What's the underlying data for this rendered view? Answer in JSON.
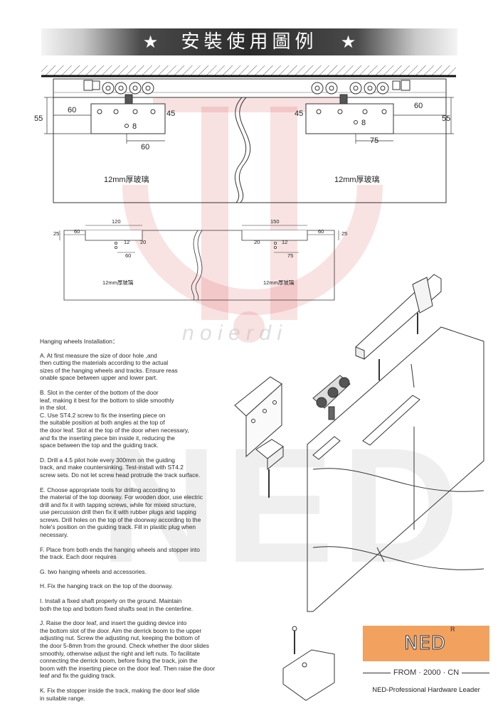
{
  "banner": {
    "star_left": "★",
    "title": "安裝使用圖例",
    "star_right": "★"
  },
  "diagram_top": {
    "dim_55_left": "55",
    "dim_60_left": "60",
    "dim_45_left": "45",
    "dim_8_left": "8",
    "dim_60_bottom": "60",
    "dim_45_right": "45",
    "dim_8_right": "8",
    "dim_60_right": "60",
    "dim_55_right": "55",
    "dim_75": "75",
    "glass_left": "12mm厚玻璃",
    "glass_right": "12mm厚玻璃"
  },
  "diagram_small": {
    "dim_120": "120",
    "dim_25_left": "25",
    "dim_60_top_left": "60",
    "dim_12_left": "12",
    "dim_20_left": "20",
    "dim_60_bottom_left": "60",
    "dim_150": "150",
    "dim_20_right": "20",
    "dim_12_right": "12",
    "dim_75": "75",
    "dim_60_right": "60",
    "dim_25_right": "25",
    "glass_left": "12mm厚玻璃",
    "glass_right": "12mm厚玻璃"
  },
  "watermark": {
    "script_text": "n o i e r d i",
    "big_text": "NED"
  },
  "instructions": {
    "heading": "Hanging wheels Installation：",
    "steps": [
      "A.   At first measure the size of door hole ,and\nthen cutting the materials according to the actual\nsizes of the hanging wheels and tracks. Ensure reas\nonable space between upper and lower part.",
      "B.   Slot in the center of the bottom of the door\nleaf, making it best for the bottom to slide smoothly\nin the slot.\nC.   Use ST4.2 screw to fix the inserting piece on\nthe suitable position at both angles at the top of\nthe door leaf. Slot at the top of the door when necessary,\nand fix the inserting piece bin inside it, reducing the\nspace between the top and the guiding track.",
      "D.   Drill a 4.5 pilot hole every 300mm on the guiding\ntrack, and make countersinking. Test-install with ST4.2\nscrew sets. Do not let screw head protrude the track surface.",
      "E.   Choose appropriate tools for drilling according to\nthe material of the top doorway. For wooden door, use electric\ndrill and fix it with tapping screws, while for mixed structure,\nuse percussion drill then fix it with rubber plugs and tapping\nscrews. Drill holes on the top of the doorway according to the\nhole's position on the guiding track. Fill in plastic plug when\n necessary.",
      "F.   Place from both ends the hanging wheels and stopper into\nthe track. Each door requires",
      "G.    two hanging wheels and accessories.",
      "H.    Fix the hanging track on the top of the doorway.",
      "I.    Install a fixed shaft properly on the ground. Maintain\nboth the top and bottom fixed shafts seat in the centerline.",
      "J.    Raise the door leaf, and insert the guiding device into\n the bottom slot of the door. Aim the derrick boom to the upper\nadjusting nut. Screw the adjusting nut, keeping the bottom of\nthe door 5-8mm from the ground. Check whether the door slides\nsmoothly, otherwise adjust the right and left nuts. To facilitate\nconnecting the derrick boom, before fixing the track, join the\nboom with the inserting piece on the door leaf. Then raise the door\n leaf and fix the guiding track.",
      "K.    Fix the stopper inside the track, making the door leaf slide\n in suitable range."
    ]
  },
  "brand": {
    "logo": "NED",
    "registered": "R",
    "from": "FROM · 2000 · CN",
    "tagline": "NED-Professional Hardware Leader",
    "box_color": "#f2a15f"
  }
}
